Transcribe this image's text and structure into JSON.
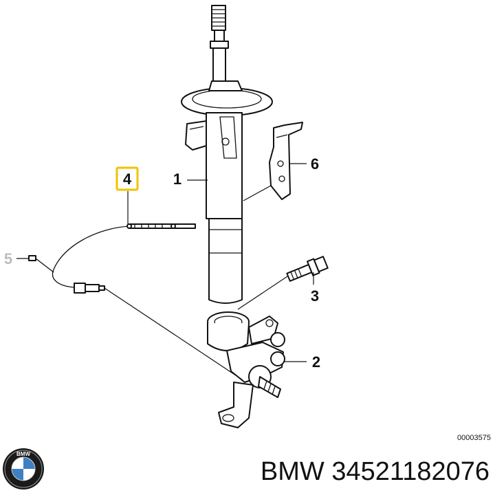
{
  "callouts": {
    "c1": "1",
    "c2": "2",
    "c3": "3",
    "c4": "4",
    "c5": "5",
    "c6": "6"
  },
  "highlight_color": "#f2c200",
  "dimmed_color": "#bdbdbd",
  "reference_number": "00003575",
  "brand_logo": {
    "icon": "bmw-roundel-icon",
    "lettering": "BMW"
  },
  "caption": "BMW 34521182076"
}
